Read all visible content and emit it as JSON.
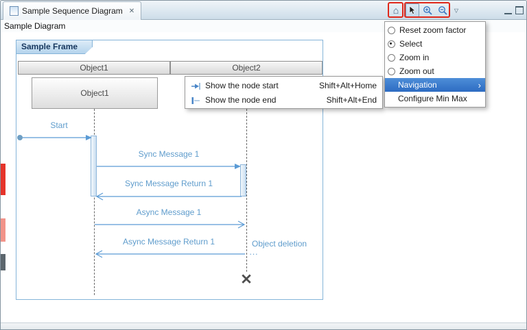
{
  "window": {
    "tab": {
      "title": "Sample Sequence Diagram",
      "close_glyph": "✕"
    },
    "breadcrumb": "Sample Diagram",
    "toolbar": {
      "home_glyph": "⌂",
      "dropdown_glyph": "▽",
      "icons": [
        "home",
        "select-cursor",
        "zoom-in",
        "zoom-out",
        "view-menu-dropdown",
        "minimize",
        "maximize"
      ]
    }
  },
  "diagram": {
    "frame_label": "Sample Frame",
    "lifeline_headers": [
      "Object1",
      "Object2"
    ],
    "instance_label": "Object1",
    "messages": [
      {
        "name": "start",
        "label": "Start"
      },
      {
        "name": "sync-message-1",
        "label": "Sync Message 1"
      },
      {
        "name": "sync-message-return-1",
        "label": "Sync Message Return 1"
      },
      {
        "name": "async-message-1",
        "label": "Async Message 1"
      },
      {
        "name": "async-message-return-1",
        "label": "Async Message Return 1"
      }
    ],
    "deletion_label": "Object deletion",
    "ellipsis": "...",
    "destroy_glyph": "✕"
  },
  "context_menu": {
    "submenu_arrow_glyph": "›",
    "items": [
      {
        "label": "Reset zoom factor",
        "type": "radio",
        "selected": false
      },
      {
        "label": "Select",
        "type": "radio",
        "selected": true
      },
      {
        "label": "Zoom in",
        "type": "radio",
        "selected": false
      },
      {
        "label": "Zoom out",
        "type": "radio",
        "selected": false
      },
      {
        "label": "Navigation",
        "type": "submenu",
        "highlighted": true
      },
      {
        "label": "Configure Min Max",
        "type": "command"
      }
    ]
  },
  "submenu": {
    "items": [
      {
        "label": "Show the node start",
        "shortcut": "Shift+Alt+Home"
      },
      {
        "label": "Show the node end",
        "shortcut": "Shift+Alt+End"
      }
    ]
  },
  "colors": {
    "diagram_accent": "#5b9bd5",
    "menu_highlight": "#2d6cc2",
    "annotation_red": "#e0281a",
    "marker_red": "#e5342a",
    "marker_salmon": "#f2948a",
    "marker_dark": "#5c666d"
  }
}
